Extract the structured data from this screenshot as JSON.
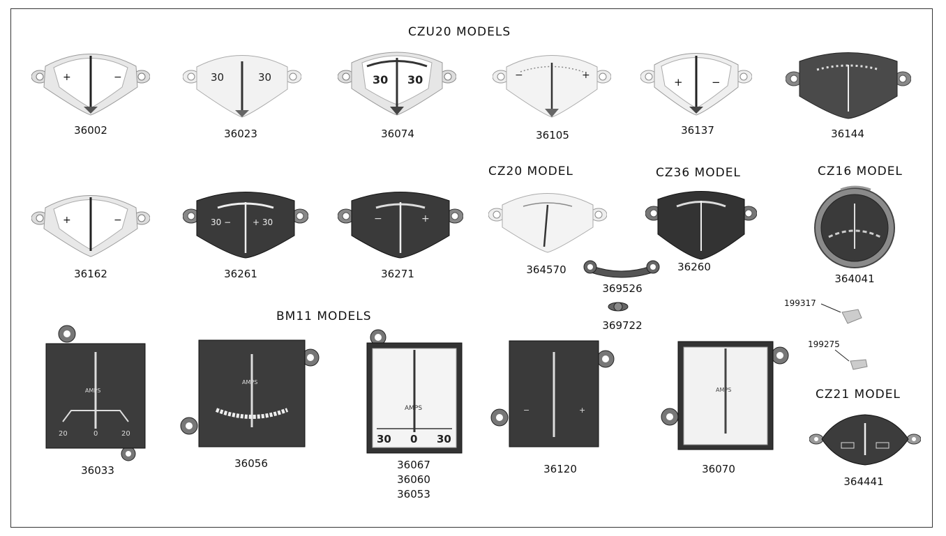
{
  "sections": {
    "czu20": "CZU20 MODELS",
    "cz20": "CZ20 MODEL",
    "cz36": "CZ36 MODEL",
    "cz16": "CZ16 MODEL",
    "bm11": "BM11 MODELS",
    "cz21": "CZ21 MODEL"
  },
  "parts": {
    "p36002": "36002",
    "p36023": "36023",
    "p36074": "36074",
    "p36105": "36105",
    "p36137": "36137",
    "p36144": "36144",
    "p36162": "36162",
    "p36261": "36261",
    "p36271": "36271",
    "p364570": "364570",
    "p36260": "36260",
    "p364041": "364041",
    "p369526": "369526",
    "p369722": "369722",
    "p199317": "199317",
    "p199275": "199275",
    "p36033": "36033",
    "p36056": "36056",
    "p36067": "36067",
    "p36060": "36060",
    "p36053": "36053",
    "p36120": "36120",
    "p36070": "36070",
    "p364441": "364441"
  },
  "dial_text": {
    "amps": "AMPS",
    "m30": "30",
    "p30": "30",
    "zero": "0",
    "minus": "−",
    "plus": "+",
    "minus30": "30 −",
    "plus30": "+ 30",
    "m20": "20",
    "p20": "20"
  }
}
